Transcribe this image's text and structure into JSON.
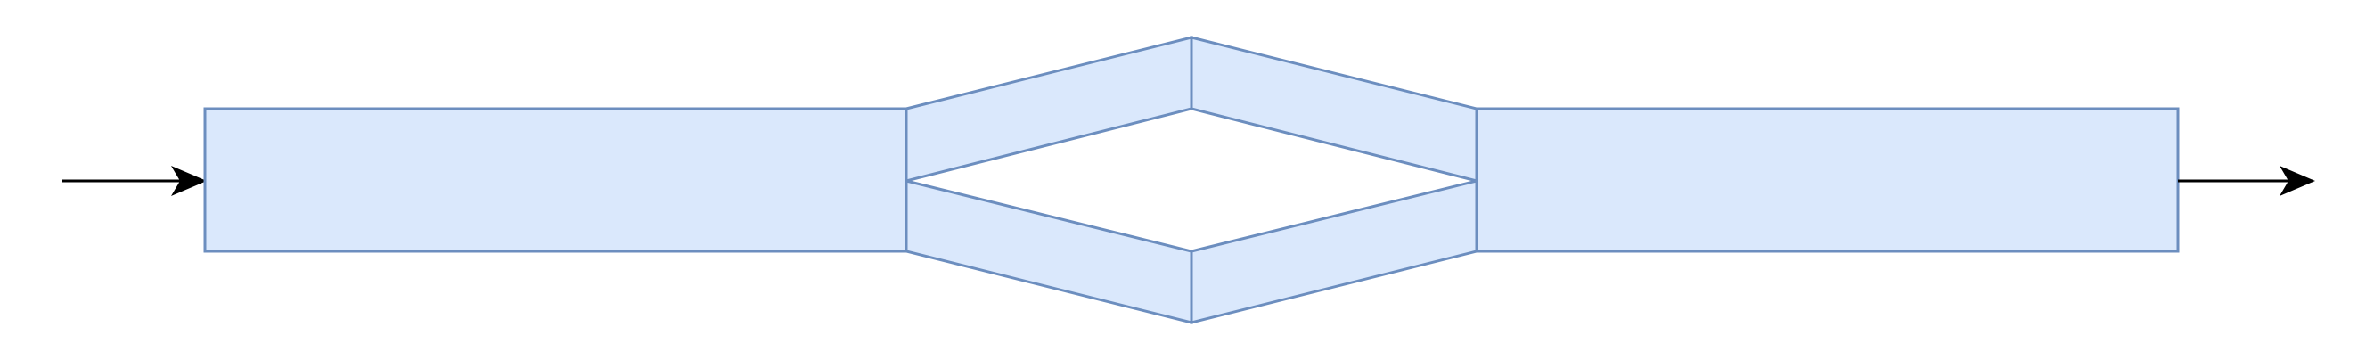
{
  "diagram": {
    "type": "flow-splitter",
    "direction": "left-to-right",
    "labels": [],
    "colors": {
      "fill": "#dae8fc",
      "stroke": "#6c8ebf",
      "arrow": "#000000",
      "background": "#ffffff"
    },
    "components": [
      {
        "id": "input-arrow",
        "kind": "arrow"
      },
      {
        "id": "input-block",
        "kind": "rectangle"
      },
      {
        "id": "upper-branch",
        "kind": "angled-channel",
        "segments": 2
      },
      {
        "id": "lower-branch",
        "kind": "angled-channel",
        "segments": 2
      },
      {
        "id": "output-block",
        "kind": "rectangle"
      },
      {
        "id": "output-arrow",
        "kind": "arrow"
      }
    ]
  }
}
